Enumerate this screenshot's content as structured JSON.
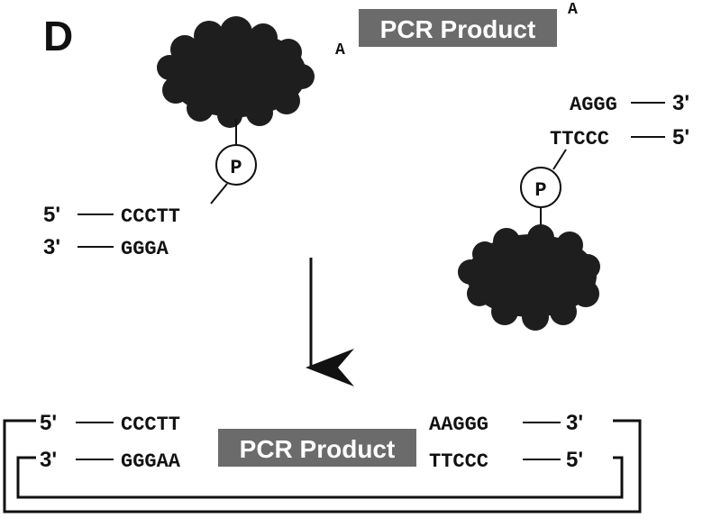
{
  "panel_label": "D",
  "pcr_top": {
    "label": "PCR Product",
    "overhang_left": "A",
    "overhang_right": "A"
  },
  "left_topo": {
    "phosphate": "P",
    "top": {
      "end": "5'",
      "seq": "CCCTT"
    },
    "bottom": {
      "end": "3'",
      "seq": "GGGA"
    }
  },
  "right_topo": {
    "phosphate": "P",
    "top": {
      "seq": "AGGG",
      "end": "3'"
    },
    "bottom": {
      "seq": "TTCCC",
      "end": "5'"
    }
  },
  "product": {
    "label": "PCR Product",
    "left_top": {
      "end": "5'",
      "seq": "CCCTT"
    },
    "left_bottom": {
      "end": "3'",
      "seq": "GGGAA"
    },
    "right_top": {
      "seq": "AAGGG",
      "end": "3'"
    },
    "right_bottom": {
      "seq": "TTCCC",
      "end": "5'"
    }
  },
  "colors": {
    "box": "#6b6b6b",
    "ink": "#111111",
    "enzyme": "#1e1e1e"
  },
  "icons": [
    "topoisomerase-blob",
    "phosphate-circle",
    "down-arrow"
  ]
}
